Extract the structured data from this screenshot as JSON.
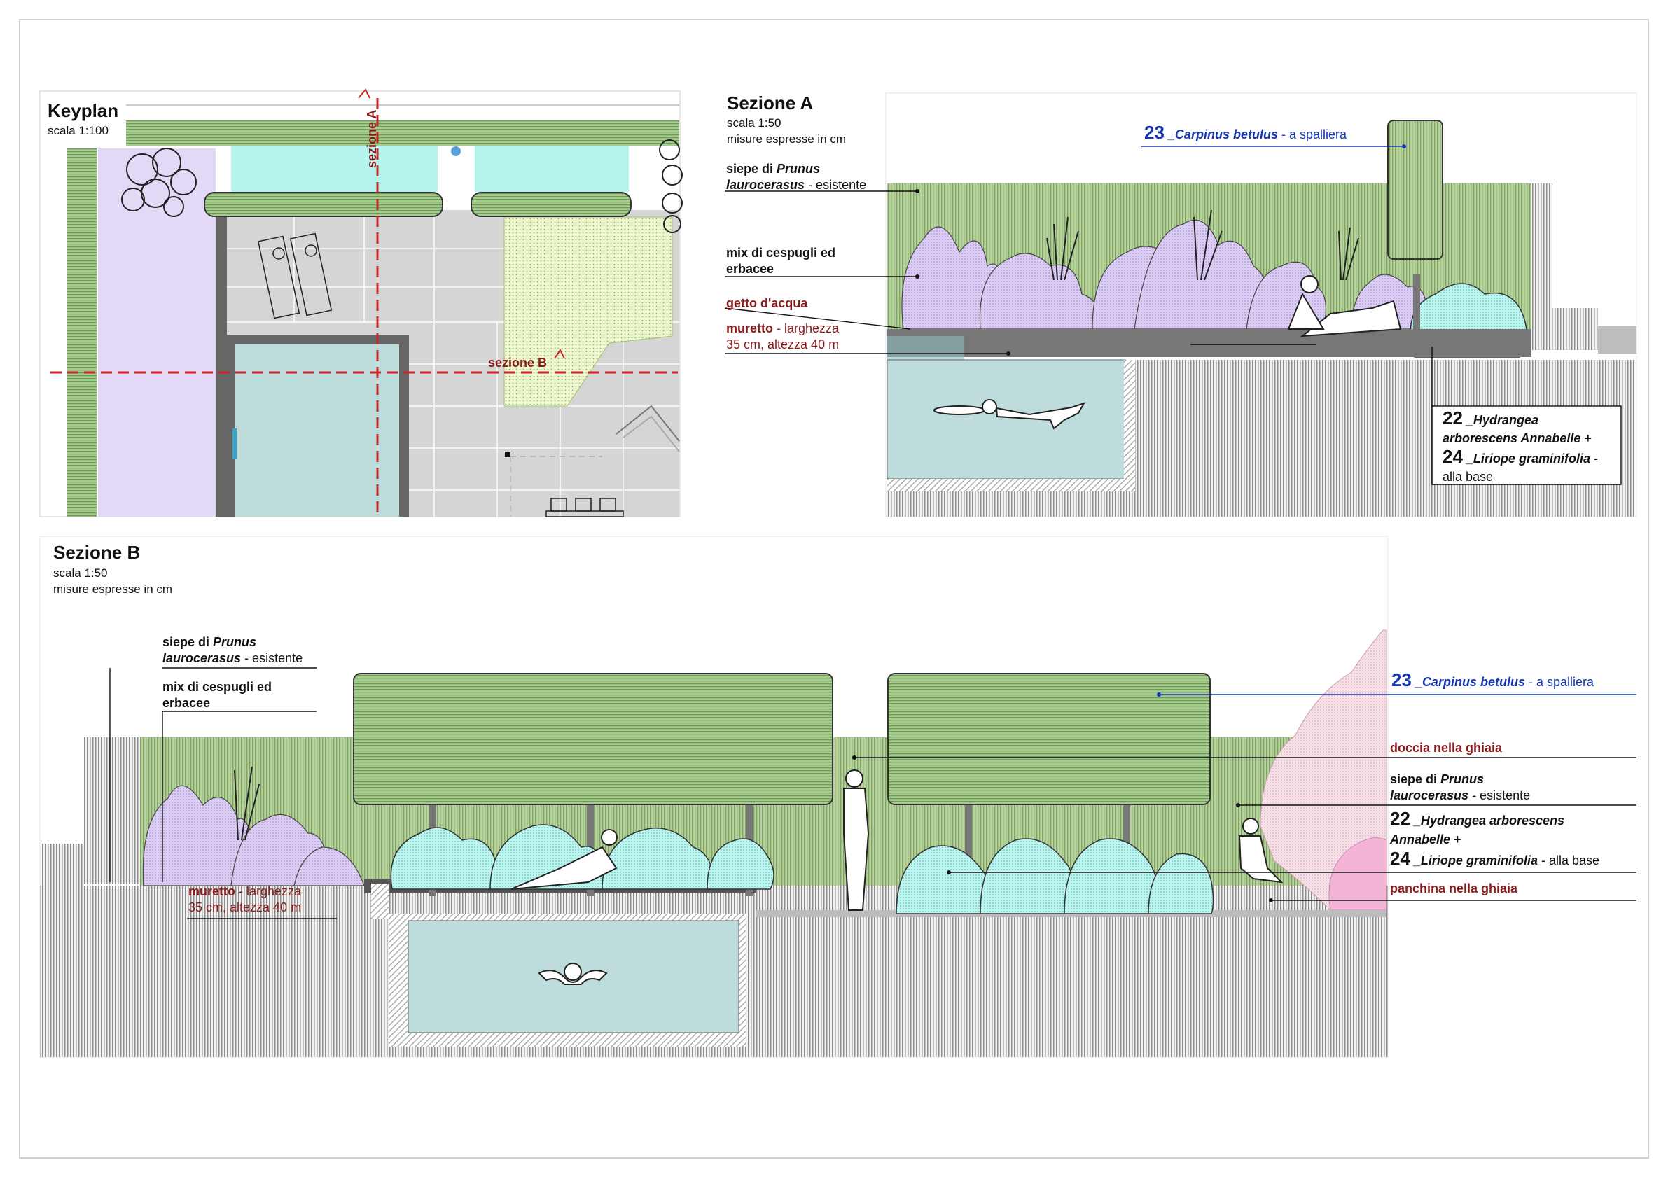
{
  "colors": {
    "hedge_green": "#a9c98c",
    "lavender": "#c8b6e8",
    "pool_water": "#bfdcdc",
    "pool_cyan": "#aef2ea",
    "gravel": "#d9d9d9",
    "soil": "#e6e6e6",
    "red_label": "#8b1a1a",
    "blue_label": "#1638b4",
    "dashed_line": "#c62828",
    "pink_tree": "#f3d3da"
  },
  "keyplan": {
    "title": "Keyplan",
    "scale": "scala 1:100",
    "section_a": "sezione A",
    "section_b": "sezione B"
  },
  "sezione_a": {
    "title": "Sezione A",
    "scale": "scala 1:50",
    "units": "misure espresse in cm",
    "hedge_label_1": "siepe di ",
    "hedge_label_species_1": "Prunus",
    "hedge_label_species_2": "laurocerasus",
    "hedge_label_suffix": " - esistente",
    "mix_label_1": "mix di cespugli ed",
    "mix_label_2": "erbacee",
    "water_jet_label": "getto d'acqua",
    "wall_label_bold": "muretto",
    "wall_label_rest": " - larghezza",
    "wall_label_2": "35 cm, altezza 40 m",
    "carpinus_num": "23",
    "carpinus_name": " _Carpinus betulus",
    "carpinus_suffix": " - a spalliera",
    "hydrangea_num": "22",
    "hydrangea_name_1": " _Hydrangea",
    "hydrangea_name_2": "arborescens Annabelle",
    "hydrangea_plus": " +",
    "liriope_num": "24",
    "liriope_name": " _Liriope graminifolia",
    "liriope_suffix": " -",
    "liriope_base": "alla base"
  },
  "sezione_b": {
    "title": "Sezione B",
    "scale": "scala 1:50",
    "units": "misure espresse in cm",
    "hedge_label_1": "siepe di ",
    "hedge_label_species_1": "Prunus",
    "hedge_label_species_2": "laurocerasus",
    "hedge_label_suffix": " - esistente",
    "mix_label_1": "mix di cespugli ed",
    "mix_label_2": "erbacee",
    "wall_label_bold": "muretto",
    "wall_label_rest": " - larghezza",
    "wall_label_2": "35 cm, altezza 40 m",
    "carpinus_num": "23",
    "carpinus_name": " _Carpinus betulus",
    "carpinus_suffix": " - a spalliera",
    "shower_label": "doccia nella ghiaia",
    "hedge_r_label_1": "siepe di ",
    "hedge_r_species_1": "Prunus",
    "hedge_r_species_2": "laurocerasus",
    "hedge_r_suffix": " - esistente",
    "hydrangea_num": "22",
    "hydrangea_name_1": " _Hydrangea arborescens",
    "hydrangea_name_2": "Annabelle",
    "hydrangea_plus": " +",
    "liriope_num": "24",
    "liriope_name": " _Liriope graminifolia",
    "liriope_suffix": " - alla base",
    "bench_label": "panchina nella ghiaia"
  }
}
